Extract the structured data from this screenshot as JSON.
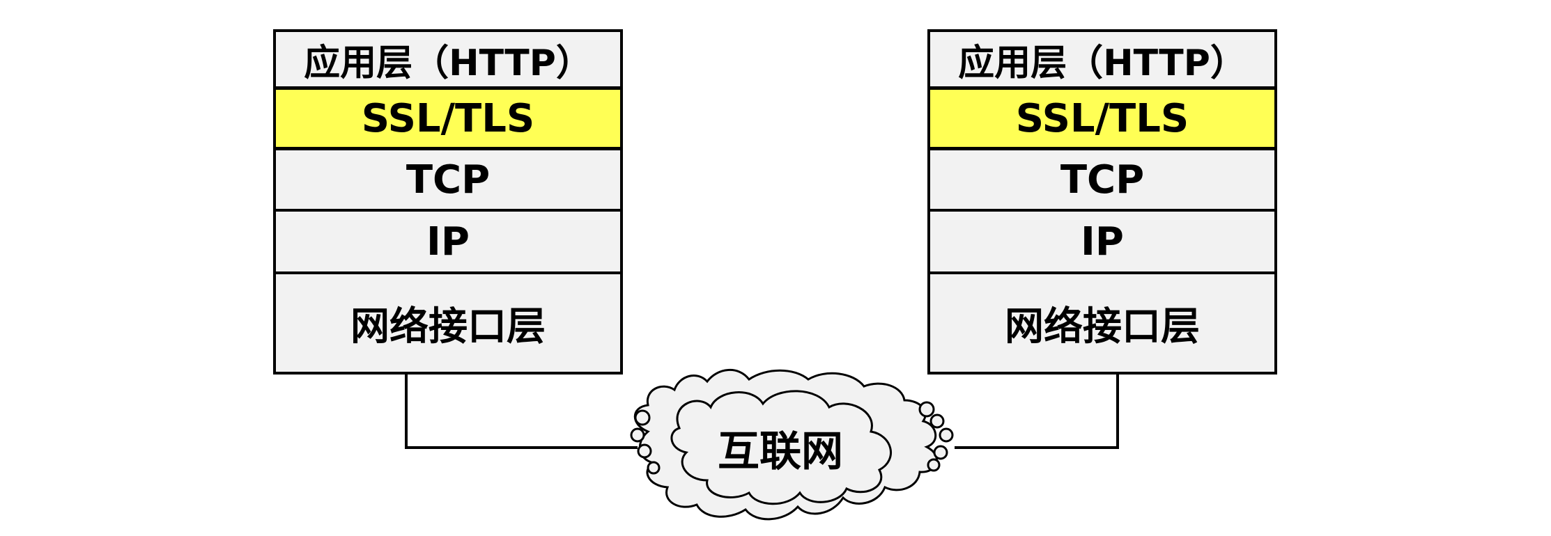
{
  "stacks": [
    {
      "layers": {
        "application": "应用层（HTTP）",
        "security": "SSL/TLS",
        "transport": "TCP",
        "network": "IP",
        "link": "网络接口层"
      }
    },
    {
      "layers": {
        "application": "应用层（HTTP）",
        "security": "SSL/TLS",
        "transport": "TCP",
        "network": "IP",
        "link": "网络接口层"
      }
    }
  ],
  "cloud": {
    "label": "互联网"
  },
  "colors": {
    "layer_fill": "#f2f2f2",
    "highlight_fill": "#ffff55",
    "cloud_fill": "#f2f2f2",
    "stroke": "#000000"
  }
}
